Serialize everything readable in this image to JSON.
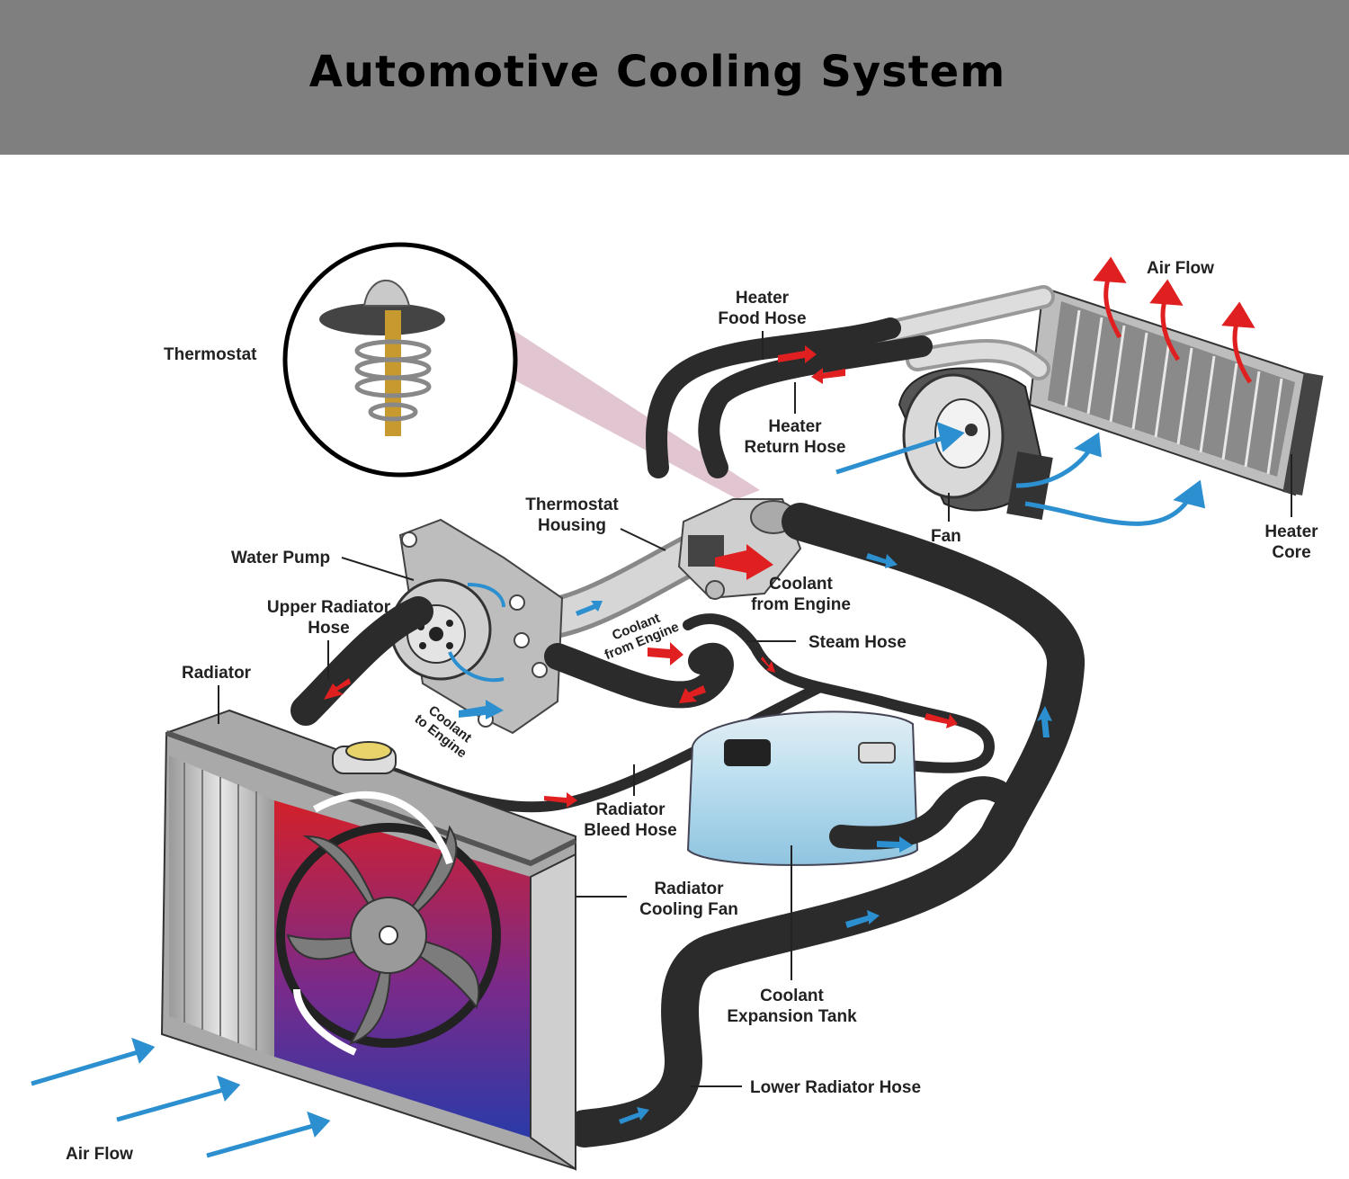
{
  "title": "Automotive Cooling System",
  "labels": {
    "thermostat": "Thermostat",
    "air_flow_top": "Air Flow",
    "heater_food_hose": [
      "Heater",
      "Food Hose"
    ],
    "heater_return_hose": [
      "Heater",
      "Return Hose"
    ],
    "thermostat_housing": [
      "Thermostat",
      "Housing"
    ],
    "fan": "Fan",
    "heater_core": [
      "Heater",
      "Core"
    ],
    "water_pump": "Water Pump",
    "coolant_from_engine": [
      "Coolant",
      "from Engine"
    ],
    "coolant_from_engine_small": [
      "Coolant",
      "from Engine"
    ],
    "upper_radiator_hose": [
      "Upper Radiator",
      "Hose"
    ],
    "steam_hose": "Steam Hose",
    "radiator": "Radiator",
    "coolant_to_engine": [
      "Coolant",
      "to Engine"
    ],
    "radiator_bleed_hose": [
      "Radiator",
      "Bleed Hose"
    ],
    "radiator_cooling_fan": [
      "Radiator",
      "Cooling Fan"
    ],
    "coolant_expansion_tank": [
      "Coolant",
      "Expansion Tank"
    ],
    "lower_radiator_hose": "Lower Radiator Hose",
    "air_flow_bottom": "Air Flow"
  },
  "colors": {
    "header_bg": "#7f7f7f",
    "hose": "#2b2b2b",
    "flow_hot": "#e02020",
    "flow_cold": "#2b8fd0",
    "tank": "#a8d4ec",
    "radiator_hot": "#d3202a",
    "radiator_cold": "#2a3aa8",
    "metal": "#c9c9c9"
  }
}
